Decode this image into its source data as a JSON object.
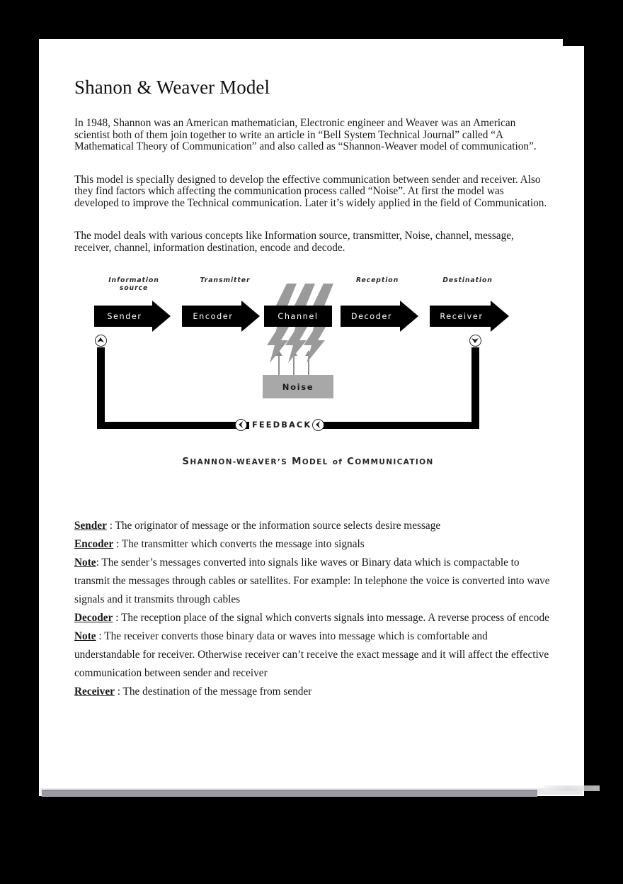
{
  "document": {
    "title": "Shanon & Weaver Model",
    "paragraphs": [
      "In 1948, Shannon was an American mathematician, Electronic engineer and Weaver was an American scientist both of them join together to write an article in “Bell System Technical Journal” called “A Mathematical Theory of Communication” and also called as “Shannon-Weaver model of communication”.",
      "This model is specially designed to develop the effective communication between sender and receiver. Also they find factors which affecting the communication process called “Noise”. At first the model was developed to improve the Technical communication. Later it’s widely applied in the field of Communication.",
      "The model deals with various concepts like Information source, transmitter, Noise, channel, message, receiver, channel, information destination, encode and decode."
    ]
  },
  "figure": {
    "caption_full": "SHANNON-WEAVER’S MODEL of COMMUNICATION",
    "caption_parts": {
      "s": "S",
      "hannon_weaver": "HANNON-W",
      "eaver": "EAVER’",
      "s2": "S",
      "m": "M",
      "odel": "ODEL",
      "of": "of",
      "c": "C",
      "ommunication": "OMMUNICATION"
    },
    "stages": [
      {
        "label": "Information\nsource",
        "box": "Sender"
      },
      {
        "label": "Transmitter",
        "box": "Encoder"
      },
      {
        "label": "",
        "box": "Channel"
      },
      {
        "label": "Reception",
        "box": "Decoder"
      },
      {
        "label": "Destination",
        "box": "Receiver"
      }
    ],
    "labels": {
      "information_source": "Information",
      "information_source_2": "source",
      "transmitter": "Transmitter",
      "reception": "Reception",
      "destination": "Destination"
    },
    "boxes": {
      "sender": "Sender",
      "encoder": "Encoder",
      "channel": "Channel",
      "decoder": "Decoder",
      "receiver": "Receiver",
      "noise": "Noise"
    },
    "feedback_label": "FEEDBACK",
    "colors": {
      "box_fill": "#000000",
      "box_text": "#ffffff",
      "noise_fill": "#a8a8a8",
      "bolt_fill": "#9a9a9a",
      "page": "#ffffff",
      "surround": "#000000"
    }
  },
  "definitions": [
    {
      "term": "Sender",
      "sep": " :  ",
      "text": "The originator of message or the information source selects desire message"
    },
    {
      "term": "Encoder",
      "sep": " : ",
      "text": "The transmitter which converts the message into signals"
    },
    {
      "term": "Note",
      "sep": ": ",
      "text": "The sender’s messages converted into signals like waves or Binary data which is compactable to transmit the messages through cables or satellites. For example: In telephone the voice is converted into wave signals and it transmits through cables"
    },
    {
      "term": "Decoder",
      "sep": " : ",
      "text": "The reception place of the signal which converts signals into message. A reverse process of encode"
    },
    {
      "term": "Note",
      "sep": " : ",
      "text": "The receiver converts those binary data or waves into message which is comfortable and understandable for receiver. Otherwise receiver can’t receive the exact message and it will affect the effective communication between sender and receiver"
    },
    {
      "term": "Receiver",
      "sep": " : ",
      "text": "The destination of the message from sender"
    }
  ]
}
